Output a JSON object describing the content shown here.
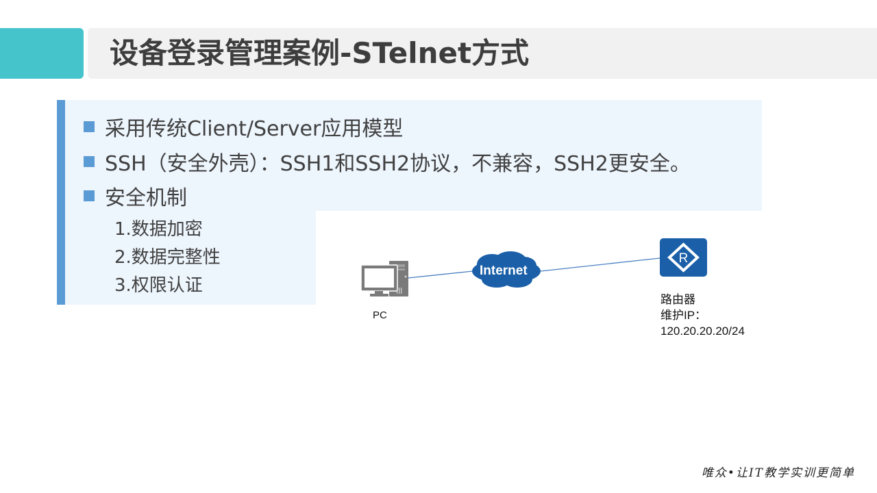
{
  "slide": {
    "title": "设备登录管理案例-STelnet方式",
    "colors": {
      "accent": "#45c4cc",
      "title_bg": "#f1f1f1",
      "content_bg": "#edf5fd",
      "bullet": "#5b9bd5",
      "network_blue": "#1a5fa8"
    }
  },
  "bullets": [
    {
      "text": "采用传统Client/Server应用模型"
    },
    {
      "text": "SSH（安全外壳）：SSH1和SSH2协议，不兼容，SSH2更安全。"
    },
    {
      "text": "安全机制"
    }
  ],
  "sub_items": [
    {
      "text": "1.数据加密"
    },
    {
      "text": "2.数据完整性"
    },
    {
      "text": "3.权限认证"
    }
  ],
  "diagram": {
    "pc": {
      "label": "PC",
      "icon": "desktop-computer-icon"
    },
    "cloud": {
      "label": "Internet",
      "icon": "cloud-icon"
    },
    "router": {
      "label": "路由器",
      "ip_label": "维护IP：",
      "ip": "120.20.20.20/24",
      "icon": "router-icon"
    }
  },
  "footer": {
    "slogan": "唯众•让IT教学实训更简单"
  }
}
